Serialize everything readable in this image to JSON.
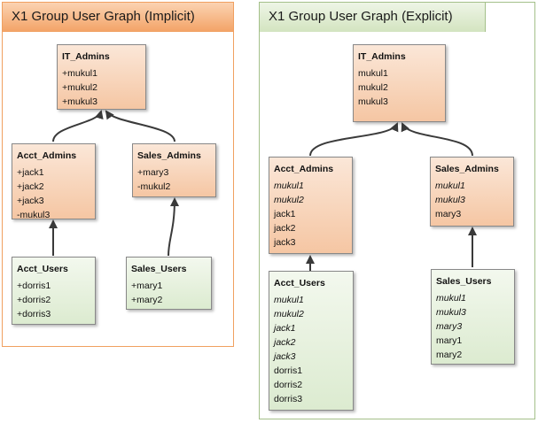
{
  "colors": {
    "implicit_border": "#f0a060",
    "implicit_tab": "#f7b07a",
    "explicit_border": "#a4c08a",
    "explicit_tab": "#d9e8c8",
    "parent_box": "#f5c6a3",
    "child_box": "#dcebd0"
  },
  "implicit": {
    "title": "X1 Group User Graph  (Implicit)",
    "groups": {
      "it_admins": {
        "name": "IT_Admins",
        "members": [
          "+mukul1",
          "+mukul2",
          "+mukul3"
        ]
      },
      "acct_admins": {
        "name": "Acct_Admins",
        "members": [
          "+jack1",
          "+jack2",
          "+jack3",
          "-mukul3"
        ]
      },
      "sales_admins": {
        "name": "Sales_Admins",
        "members": [
          "+mary3",
          "-mukul2"
        ]
      },
      "acct_users": {
        "name": "Acct_Users",
        "members": [
          "+dorris1",
          "+dorris2",
          "+dorris3"
        ]
      },
      "sales_users": {
        "name": "Sales_Users",
        "members": [
          "+mary1",
          "+mary2"
        ]
      }
    }
  },
  "explicit": {
    "title": "X1 Group User Graph (Explicit)",
    "groups": {
      "it_admins": {
        "name": "IT_Admins",
        "members": [
          "mukul1",
          "mukul2",
          "mukul3"
        ]
      },
      "acct_admins": {
        "name": "Acct_Admins",
        "members": [
          "mukul1",
          "mukul2",
          "jack1",
          "jack2",
          "jack3"
        ]
      },
      "sales_admins": {
        "name": "Sales_Admins",
        "members": [
          "mukul1",
          "mukul3",
          "mary3"
        ]
      },
      "acct_users": {
        "name": "Acct_Users",
        "members": [
          "mukul1",
          "mukul2",
          "jack1",
          "jack2",
          "jack3",
          "dorris1",
          "dorris2",
          "dorris3"
        ]
      },
      "sales_users": {
        "name": "Sales_Users",
        "members": [
          "mukul1",
          "mukul3",
          "mary3",
          "mary1",
          "mary2"
        ]
      }
    }
  }
}
